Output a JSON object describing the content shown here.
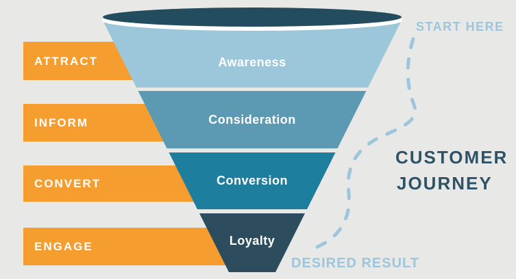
{
  "palette": {
    "background": "#e8e8e7",
    "white_rim": "#ffffff",
    "dark_navy": "#234c5f",
    "action_bar_color": "#f59d2f"
  },
  "funnel": {
    "stages": [
      {
        "action": "ATTRACT",
        "label": "Awareness",
        "color": "#9cc6d9"
      },
      {
        "action": "INFORM",
        "label": "Consideration",
        "color": "#5b9ab2"
      },
      {
        "action": "CONVERT",
        "label": "Conversion",
        "color": "#1e7e9d"
      },
      {
        "action": "ENGAGE",
        "label": "Loyalty",
        "color": "#2d4d5e"
      }
    ]
  },
  "annotations": {
    "start": "START HERE",
    "journey_line1": "CUSTOMER",
    "journey_line2": "JOURNEY",
    "result": "DESIRED RESULT",
    "light_color": "#9dc6dc",
    "dark_color": "#2e5266"
  }
}
